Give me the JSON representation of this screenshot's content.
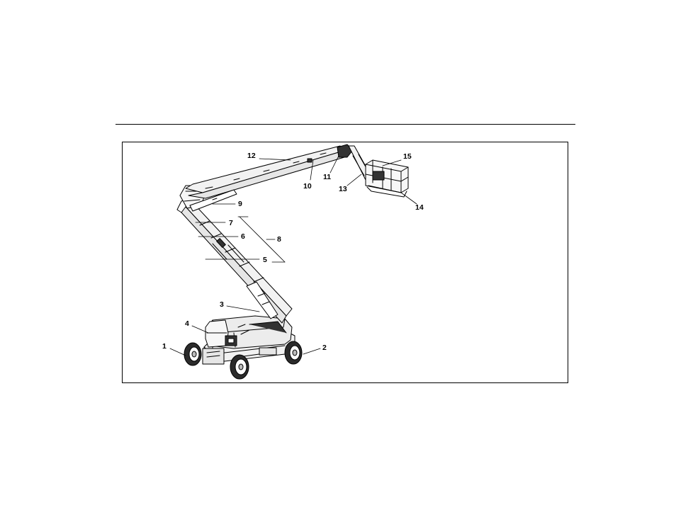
{
  "callouts": [
    {
      "id": "1",
      "text": "1"
    },
    {
      "id": "2",
      "text": "2"
    },
    {
      "id": "3",
      "text": "3"
    },
    {
      "id": "4",
      "text": "4"
    },
    {
      "id": "5",
      "text": "5"
    },
    {
      "id": "6",
      "text": "6"
    },
    {
      "id": "7",
      "text": "7"
    },
    {
      "id": "8",
      "text": "8"
    },
    {
      "id": "9",
      "text": "9"
    },
    {
      "id": "10",
      "text": "10"
    },
    {
      "id": "11",
      "text": "11"
    },
    {
      "id": "12",
      "text": "12"
    },
    {
      "id": "13",
      "text": "13"
    },
    {
      "id": "14",
      "text": "14"
    },
    {
      "id": "15",
      "text": "15"
    }
  ],
  "colors": {
    "line": "#000000",
    "background": "#ffffff",
    "shade": "#d9d9d9",
    "dark": "#333333"
  }
}
